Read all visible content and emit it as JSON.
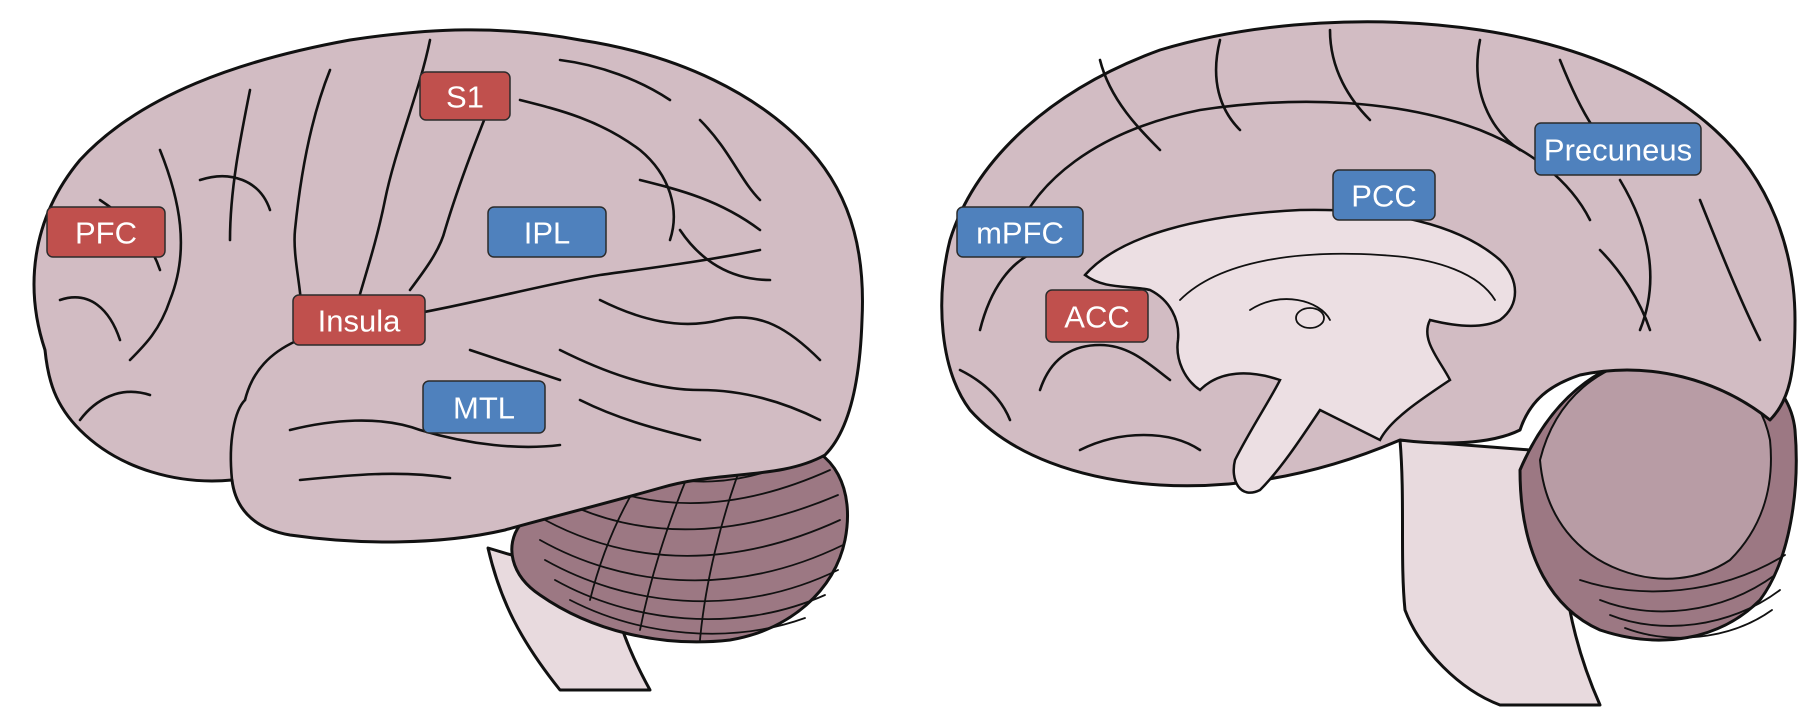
{
  "colors": {
    "cortex": "#d2bcc3",
    "cortex_light": "#ecdfe3",
    "cerebellum": "#9c7883",
    "cerebellum_medial": "#a78892",
    "brainstem": "#e8dade",
    "red_label": "#c0504d",
    "blue_label": "#4f81bd",
    "text": "#ffffff"
  },
  "lateral_view": {
    "labels": [
      {
        "id": "s1",
        "text": "S1",
        "network": "red"
      },
      {
        "id": "pfc",
        "text": "PFC",
        "network": "red"
      },
      {
        "id": "ipl",
        "text": "IPL",
        "network": "blue"
      },
      {
        "id": "insula",
        "text": "Insula",
        "network": "red"
      },
      {
        "id": "mtl",
        "text": "MTL",
        "network": "blue"
      }
    ]
  },
  "medial_view": {
    "labels": [
      {
        "id": "precuneus",
        "text": "Precuneus",
        "network": "blue"
      },
      {
        "id": "pcc",
        "text": "PCC",
        "network": "blue"
      },
      {
        "id": "mpfc",
        "text": "mPFC",
        "network": "blue"
      },
      {
        "id": "acc",
        "text": "ACC",
        "network": "red"
      }
    ]
  }
}
